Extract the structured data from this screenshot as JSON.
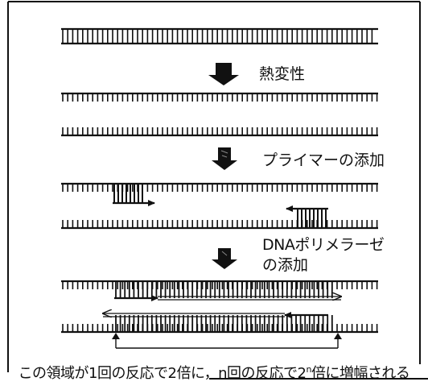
{
  "labels": {
    "step1": "熱変性",
    "step2": "プライマーの添加",
    "step3_line1": "DNAポリメラーゼ",
    "step3_line2": "の添加"
  },
  "caption": {
    "before": "この領域が1回の反応で2倍に，",
    "n": "n",
    "mid": "回の反応で2",
    "sup": "n",
    "after": "倍に増幅される"
  }
}
